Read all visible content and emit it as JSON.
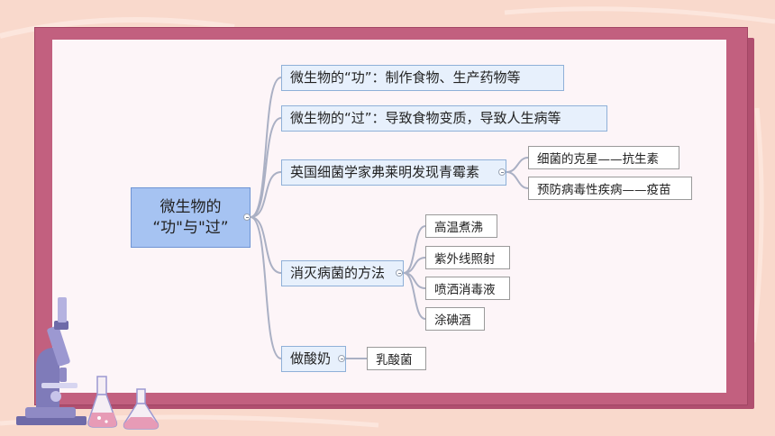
{
  "diagram": {
    "root": {
      "line1": "微生物的",
      "line2": "“功\"与\"过”"
    },
    "branches": [
      {
        "label": "微生物的“功”：制作食物、生产药物等"
      },
      {
        "label": "微生物的“过”：导致食物变质，导致人生病等"
      },
      {
        "label": "英国细菌学家弗莱明发现青霉素",
        "children": [
          "细菌的克星——抗生素",
          "预防病毒性疾病——疫苗"
        ]
      },
      {
        "label": "消灭病菌的方法",
        "children": [
          "高温煮沸",
          "紫外线照射",
          "喷洒消毒液",
          "涂碘酒"
        ]
      },
      {
        "label": "做酸奶",
        "children": [
          "乳酸菌"
        ]
      }
    ]
  },
  "colors": {
    "background": "#f9d9cc",
    "frame": "#c2607f",
    "panel": "#fdf5f8",
    "root_fill": "#a6c3f2",
    "branch_fill": "#e7f0fc",
    "connector": "#aab0c4"
  },
  "decor": [
    "microscope-icon",
    "flask-icon",
    "flask-icon"
  ]
}
